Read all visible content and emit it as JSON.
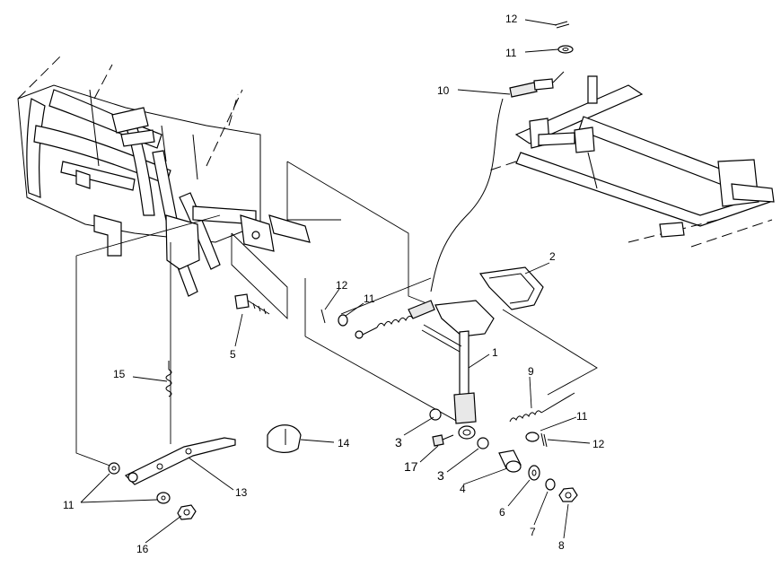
{
  "callouts": [
    {
      "id": "c12a",
      "text": "12"
    },
    {
      "id": "c11a",
      "text": "11"
    },
    {
      "id": "c10",
      "text": "10"
    },
    {
      "id": "c2",
      "text": "2"
    },
    {
      "id": "c12b",
      "text": "12"
    },
    {
      "id": "c11b",
      "text": "11"
    },
    {
      "id": "c1",
      "text": "1"
    },
    {
      "id": "c5",
      "text": "5"
    },
    {
      "id": "c9",
      "text": "9"
    },
    {
      "id": "c15",
      "text": "15"
    },
    {
      "id": "c11c",
      "text": "11"
    },
    {
      "id": "c12c",
      "text": "12"
    },
    {
      "id": "c3a",
      "text": "3"
    },
    {
      "id": "c14",
      "text": "14"
    },
    {
      "id": "c17",
      "text": "17"
    },
    {
      "id": "c3b",
      "text": "3"
    },
    {
      "id": "c4",
      "text": "4"
    },
    {
      "id": "c13",
      "text": "13"
    },
    {
      "id": "c6",
      "text": "6"
    },
    {
      "id": "c11d",
      "text": "11"
    },
    {
      "id": "c7",
      "text": "7"
    },
    {
      "id": "c16",
      "text": "16"
    },
    {
      "id": "c8",
      "text": "8"
    }
  ]
}
